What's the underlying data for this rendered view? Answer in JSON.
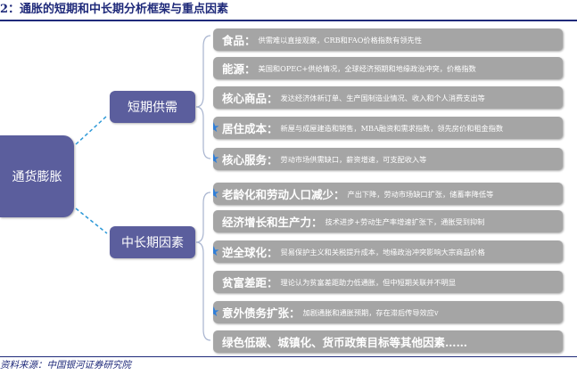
{
  "title": "2：通胀的短期和中长期分析框架与重点因素",
  "root": "通货膨胀",
  "short_term": {
    "label": "短期供需",
    "items": [
      {
        "head": "食品：",
        "desc": "供需难以直接观察，CRB和FAO价格指数有领先性",
        "star": false
      },
      {
        "head": "能源：",
        "desc": "美国和OPEC+供给情况，全球经济预期和地缘政治冲突，价格指数",
        "star": false
      },
      {
        "head": "核心商品：",
        "desc": "发达经济体新订单、生产国制造业情况、收入和个人消费支出等",
        "star": false
      },
      {
        "head": "居住成本：",
        "desc": "新屋与成屋建造和销售，MBA融资和需求指数，领先房价和租金指数",
        "star": true
      },
      {
        "head": "核心服务：",
        "desc": "劳动市场供需缺口，薪资增速，可支配收入等",
        "star": true
      }
    ]
  },
  "long_term": {
    "label": "中长期因素",
    "items": [
      {
        "head": "老龄化和劳动人口减少：",
        "desc": "产出下降，劳动市场缺口扩张，储蓄率降低等",
        "star": true
      },
      {
        "head": "经济增长和生产力：",
        "desc": "技术进步+劳动生产率增速扩张下，通胀受到抑制",
        "star": false
      },
      {
        "head": "逆全球化：",
        "desc": "贸易保护主义和关税提升成本，地缘政治冲突影响大宗商品价格",
        "star": true
      },
      {
        "head": "贫富差距：",
        "desc": "理论认为贫富差距助力低通胀，但中短期关联并不明显",
        "star": false
      },
      {
        "head": "意外债务扩张：",
        "desc": "加剧通胀和通胀预期，存在滞后传导效应v",
        "star": true
      },
      {
        "head": "绿色低碳、城镇化、货币政策目标等其他因素……",
        "desc": "",
        "star": false
      }
    ]
  },
  "source": "资料来源：中国银河证券研究院",
  "colors": {
    "node": "#5b5e9d",
    "leaf": "#a5a5a5",
    "star": "#2f7ed8",
    "title": "#1f2a7a"
  }
}
